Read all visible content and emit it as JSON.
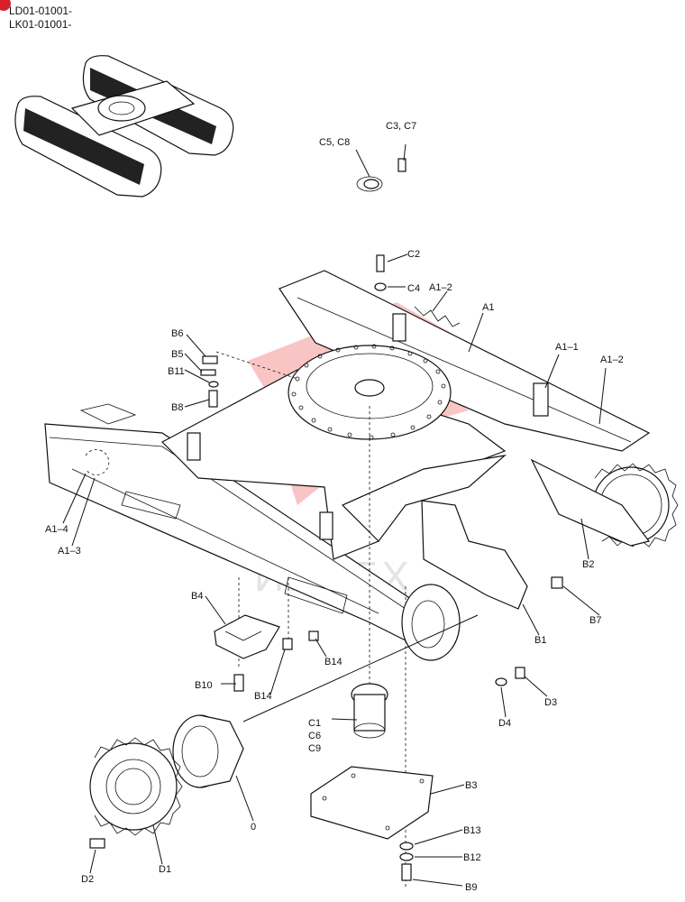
{
  "header": {
    "line1": "LD01-01001-",
    "line2": "LK01-01001-"
  },
  "watermark": "ИНТЕХ",
  "labels": {
    "c3c7": "C3, C7",
    "c5c8": "C5, C8",
    "c2": "C2",
    "c4": "C4",
    "a1_2_top": "A1–2",
    "a1": "A1",
    "a1_1": "A1–1",
    "a1_2_right": "A1–2",
    "b6": "B6",
    "b5": "B5",
    "b11": "B11",
    "b8": "B8",
    "a1_4": "A1–4",
    "a1_3": "A1–3",
    "b2": "B2",
    "b7": "B7",
    "b1": "B1",
    "b4": "B4",
    "b10": "B10",
    "b14_left": "B14",
    "b14_right": "B14",
    "c1": "C1",
    "c6": "C6",
    "c9": "C9",
    "d3": "D3",
    "d4": "D4",
    "b3": "B3",
    "o": "0",
    "d1": "D1",
    "d2": "D2",
    "b13": "B13",
    "b12": "B12",
    "b9": "B9"
  },
  "colors": {
    "line": "#111111",
    "watermark_red": "#e8342f",
    "corner_badge": "#d8202a"
  }
}
